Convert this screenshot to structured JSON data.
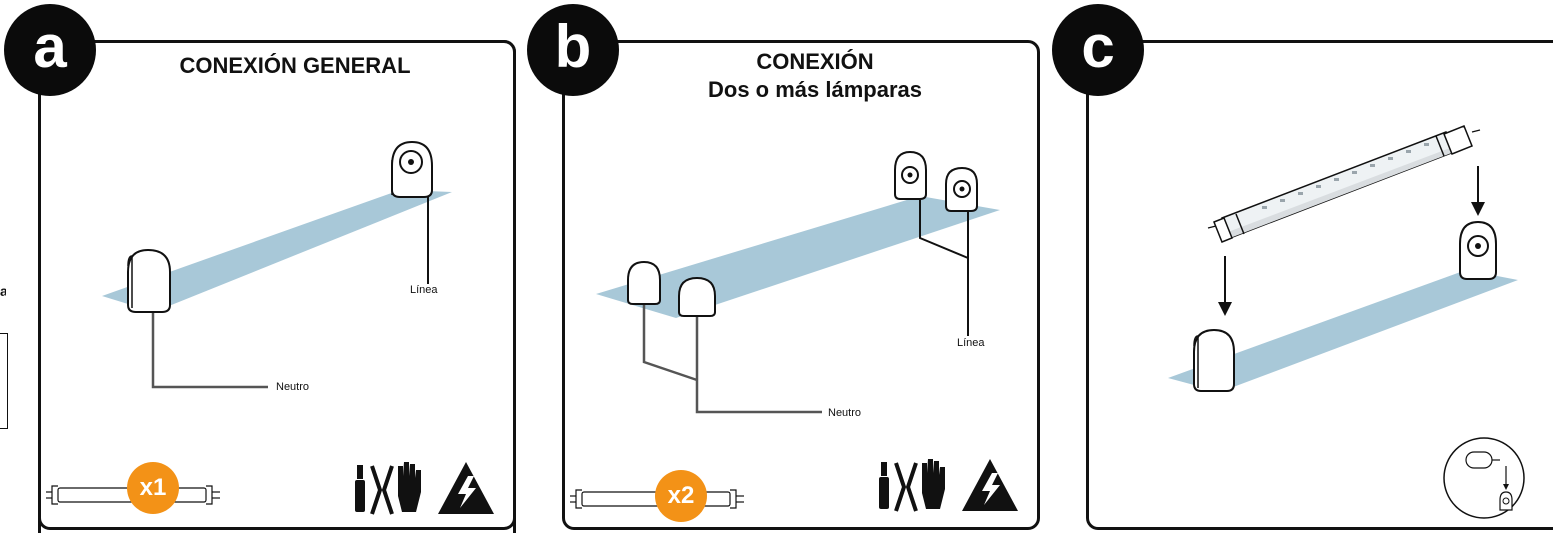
{
  "colors": {
    "floor": "#a8c8d8",
    "badge": "#0b0b0b",
    "count_badge": "#f39217",
    "wire": "#555555",
    "line_wire": "#111111"
  },
  "edge": {
    "partial_char": "a"
  },
  "panels": [
    {
      "id": "a",
      "badge": "a",
      "title_1": "CONEXIÓN GENERAL",
      "title_2": "",
      "line_label": "Línea",
      "neutral_label": "Neutro",
      "count": "x1",
      "icons": [
        "screwdriver-icon",
        "pliers-icon",
        "glove-icon",
        "high-voltage-warning-icon"
      ]
    },
    {
      "id": "b",
      "badge": "b",
      "title_1": "CONEXIÓN",
      "title_2": "Dos o más lámparas",
      "line_label": "Línea",
      "neutral_label": "Neutro",
      "count": "x2",
      "icons": [
        "screwdriver-icon",
        "pliers-icon",
        "glove-icon",
        "high-voltage-warning-icon"
      ]
    },
    {
      "id": "c",
      "badge": "c",
      "title_1": "",
      "title_2": "",
      "icons": [
        "led-tube-icon",
        "arrow-down-icon",
        "lampholder-icon",
        "inset-detail-icon"
      ]
    }
  ]
}
